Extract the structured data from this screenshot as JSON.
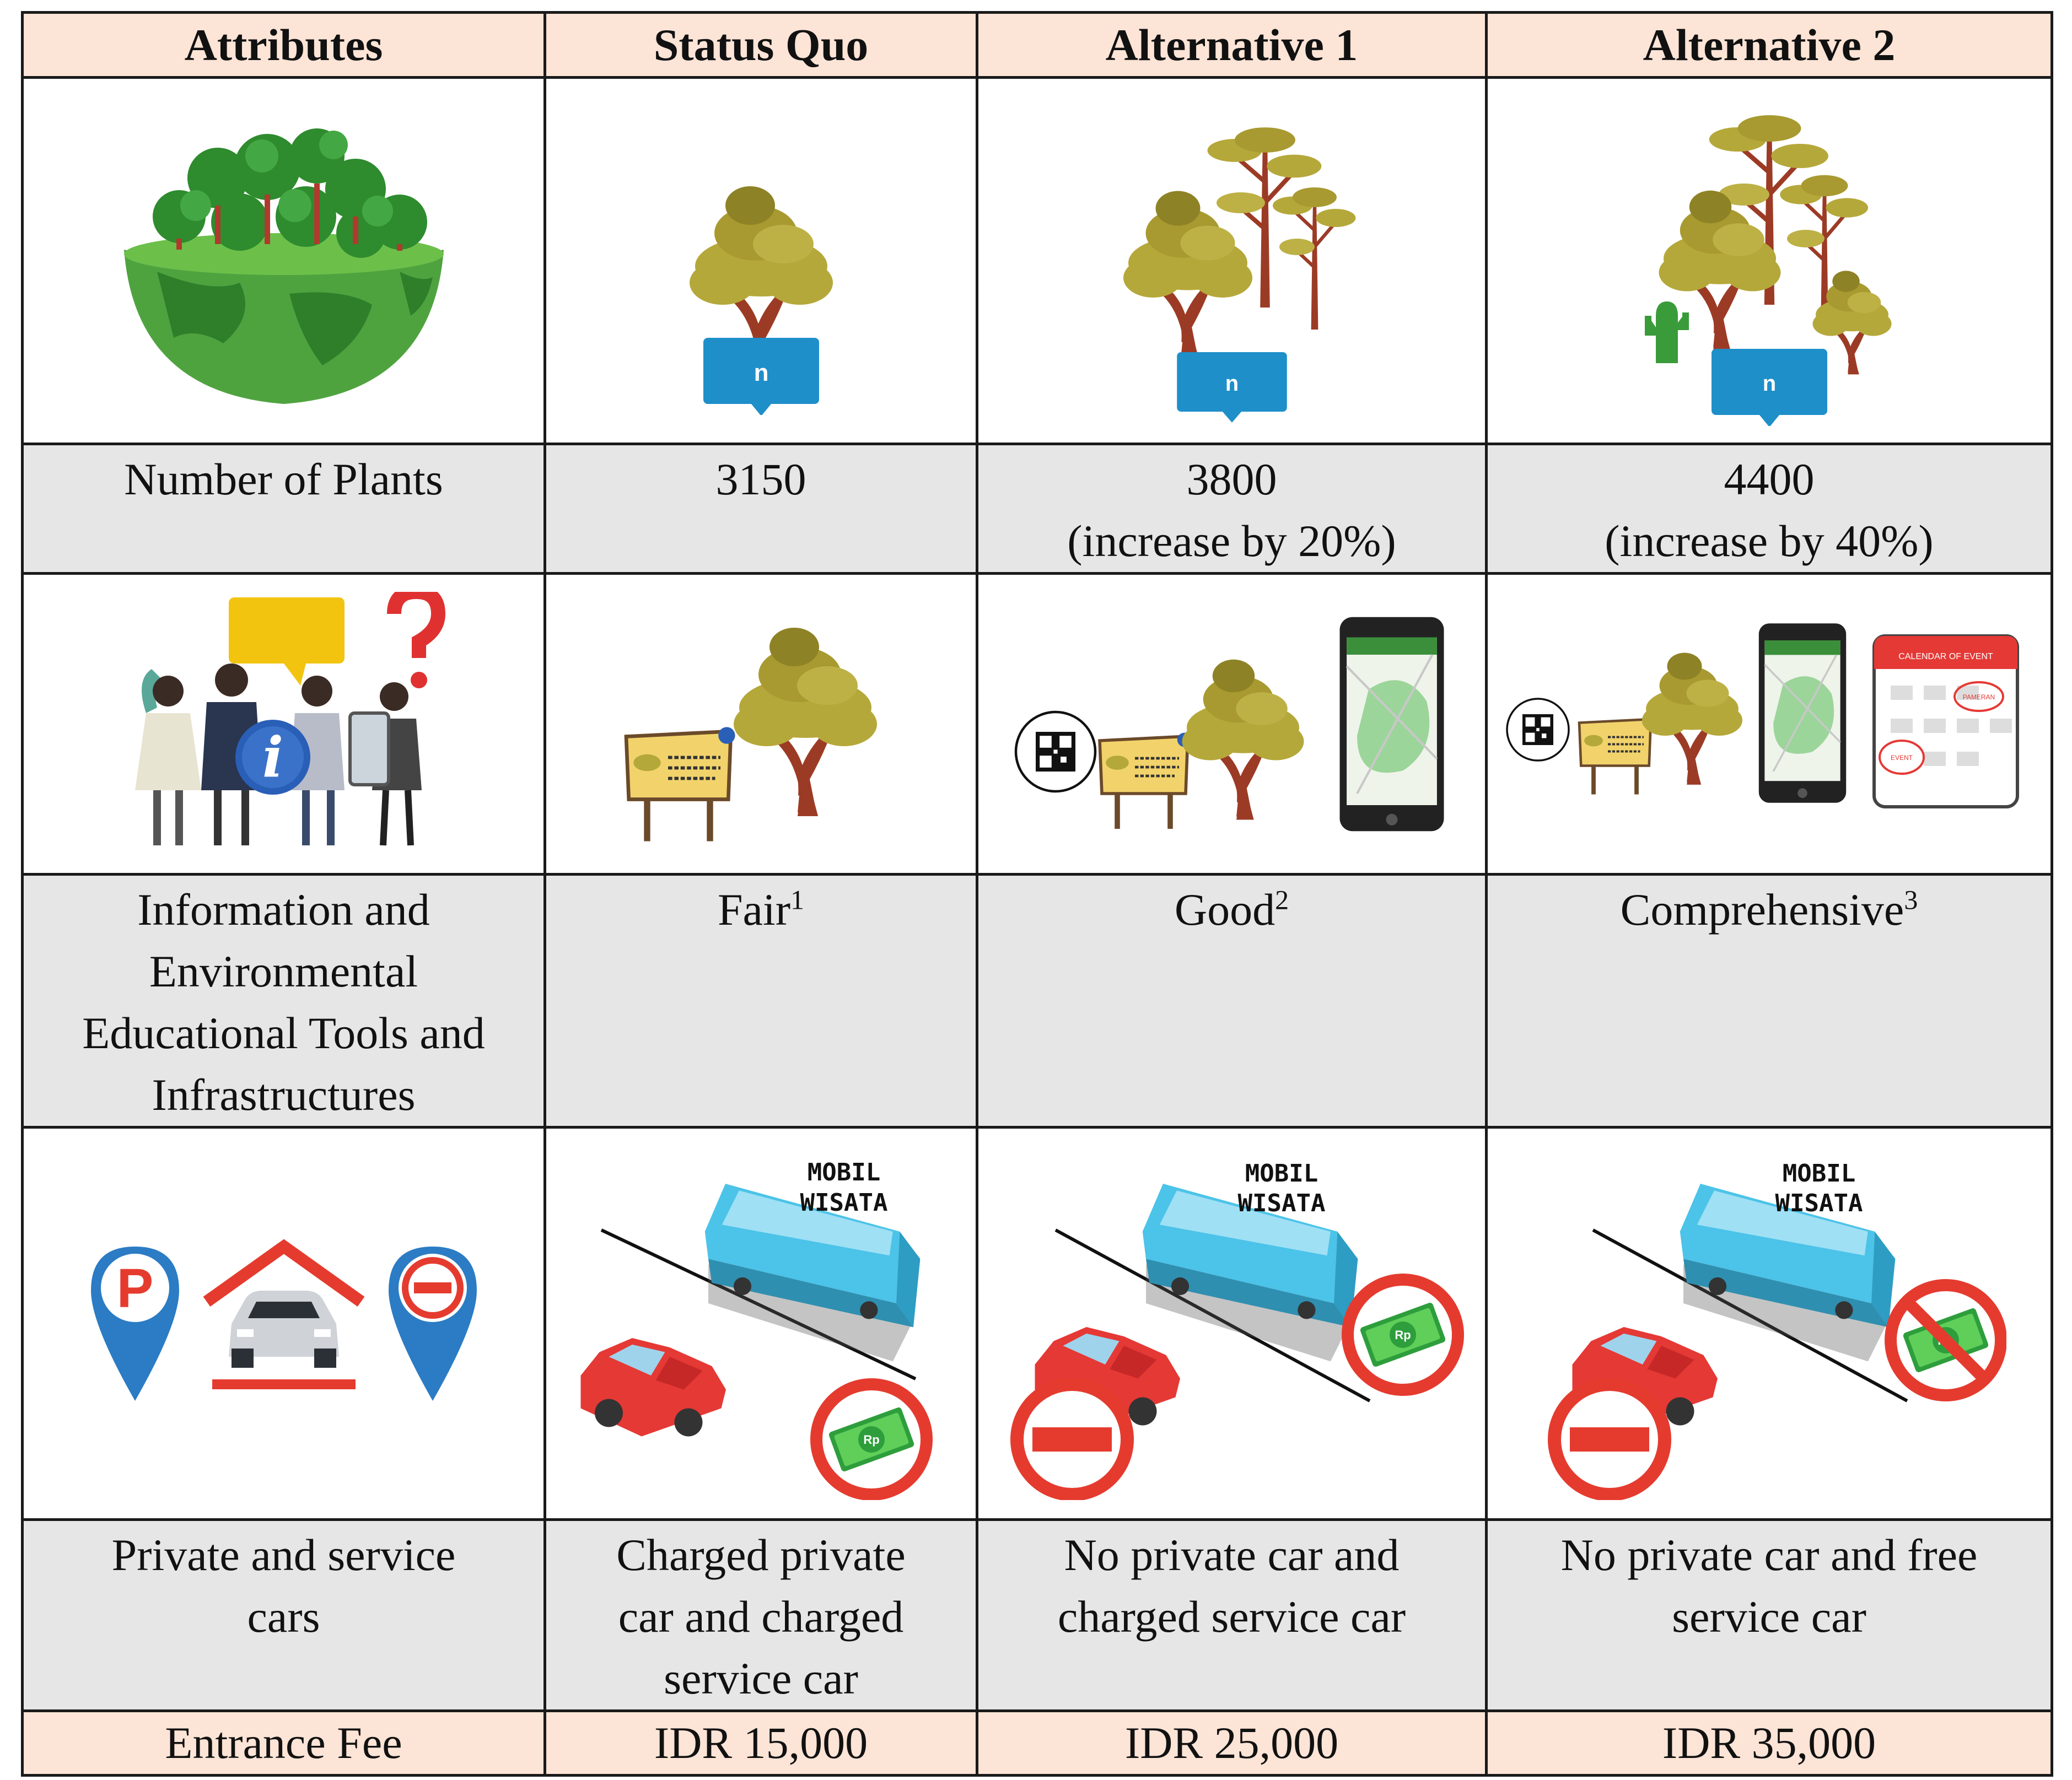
{
  "header": {
    "attributes": "Attributes",
    "status_quo": "Status Quo",
    "alt1": "Alternative 1",
    "alt2": "Alternative 2"
  },
  "plants": {
    "label": "Number of Plants",
    "status_quo": "3150",
    "alt1_value": "3800",
    "alt1_note": "(increase by 20%)",
    "alt2_value": "4400",
    "alt2_note": "(increase by 40%)",
    "badge": "n"
  },
  "info": {
    "label_l1": "Information and",
    "label_l2": "Environmental",
    "label_l3": "Educational Tools and",
    "label_l4": "Infrastructures",
    "status_quo": "Fair",
    "status_quo_sup": "1",
    "alt1": "Good",
    "alt1_sup": "2",
    "alt2": "Comprehensive",
    "alt2_sup": "3",
    "calendar_title": "CALENDAR OF EVENT",
    "calendar_mark1": "PAMERAN",
    "calendar_mark2": "EVENT"
  },
  "cars": {
    "label_l1": "Private and service",
    "label_l2": "cars",
    "status_quo_l1": "Charged private",
    "status_quo_l2": "car and charged",
    "status_quo_l3": "service car",
    "alt1_l1": "No private car and",
    "alt1_l2": "charged service car",
    "alt2_l1": "No private car and free",
    "alt2_l2": "service car",
    "bus_l1": "MOBIL",
    "bus_l2": "WISATA",
    "parking_letter": "P",
    "money_symbol": "Rp"
  },
  "fee": {
    "label": "Entrance Fee",
    "status_quo": "IDR 15,000",
    "alt1": "IDR 25,000",
    "alt2": "IDR 35,000"
  },
  "colors": {
    "header_bg": "#fce4d6",
    "gray_bg": "#e7e6e6",
    "tree_foliage": "#b5a83a",
    "badge_blue": "#1e8fc9",
    "bus_blue": "#4cc3e8",
    "car_red": "#e53935",
    "forbid_red": "#e53b2f"
  }
}
